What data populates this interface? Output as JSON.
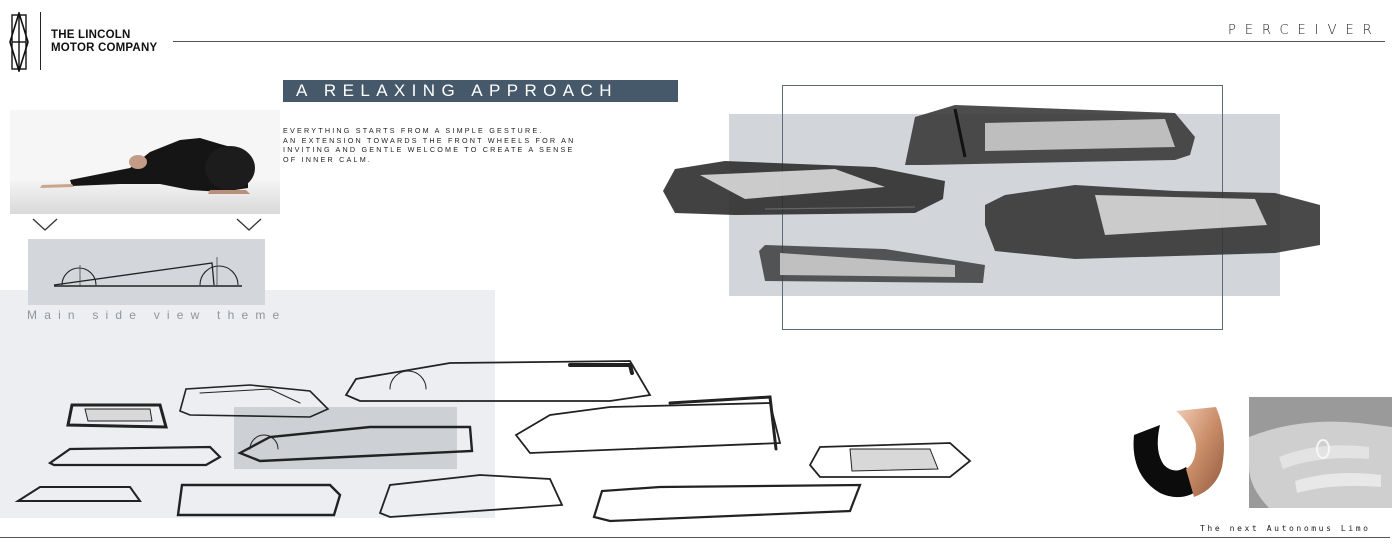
{
  "header": {
    "brand_line1": "THE LINCOLN",
    "brand_line2": "MOTOR COMPANY",
    "project_wordmark": "PERCEIVER"
  },
  "title": "A RELAXING APPROACH",
  "intro": {
    "line1": "EVERYTHING STARTS FROM A SIMPLE GESTURE.",
    "line2": "AN EXTENSION TOWARDS THE FRONT WHEELS FOR AN",
    "line3": "INVITING AND GENTLE WELCOME TO CREATE A SENSE",
    "line4": "OF INNER CALM."
  },
  "theme_label": "Main side view theme",
  "footer": {
    "caption": "The next Autonomus Limo"
  },
  "colors": {
    "banner": "#46596a",
    "panel_grey": "#d2d6db",
    "frame": "#5a6b78"
  }
}
